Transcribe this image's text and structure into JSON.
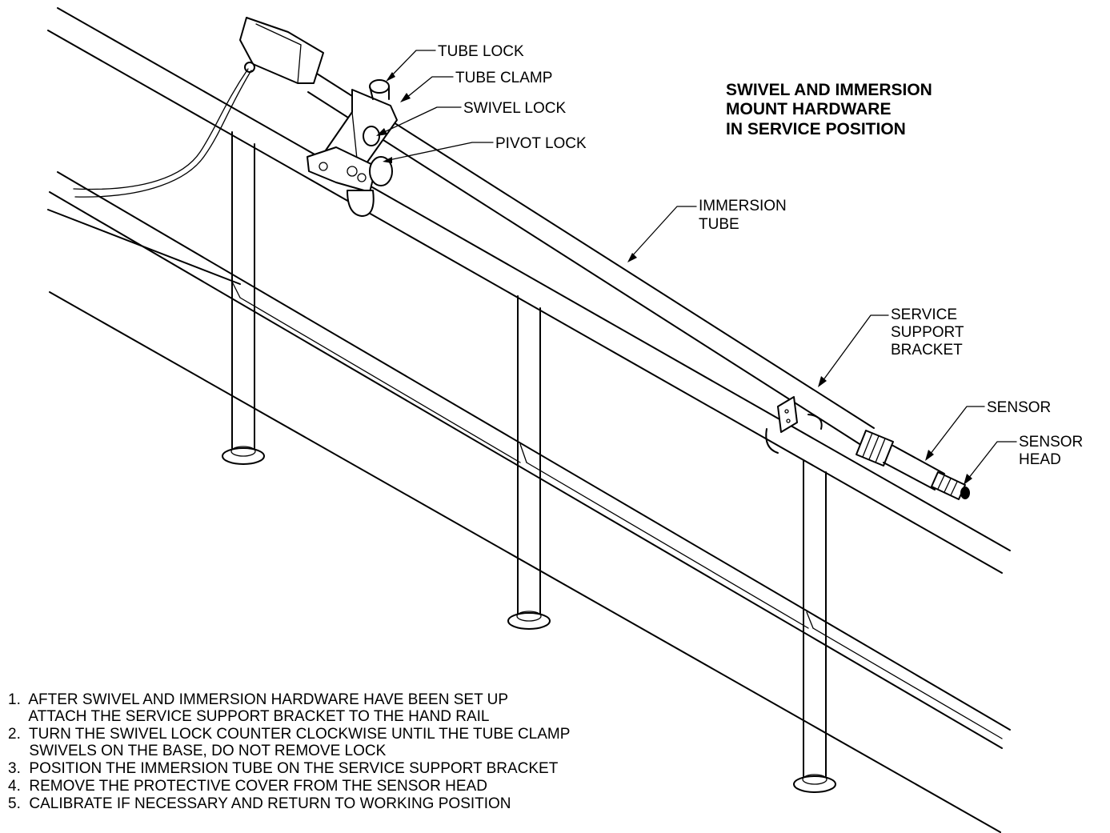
{
  "title": [
    "SWIVEL AND IMMERSION",
    "MOUNT HARDWARE",
    "IN SERVICE POSITION"
  ],
  "callouts": {
    "tube_lock": [
      "TUBE LOCK"
    ],
    "tube_clamp": [
      "TUBE CLAMP"
    ],
    "swivel_lock": [
      "SWIVEL LOCK"
    ],
    "pivot_lock": [
      "PIVOT LOCK"
    ],
    "immersion_tube": [
      "IMMERSION",
      "TUBE"
    ],
    "service_support_bracket": [
      "SERVICE",
      "SUPPORT",
      "BRACKET"
    ],
    "sensor": [
      "SENSOR"
    ],
    "sensor_head": [
      "SENSOR",
      "HEAD"
    ]
  },
  "notes": [
    "1.  AFTER SWIVEL AND IMMERSION HARDWARE HAVE BEEN SET UP",
    "     ATTACH THE SERVICE SUPPORT BRACKET TO THE HAND RAIL",
    "2.  TURN THE SWIVEL LOCK COUNTER CLOCKWISE UNTIL THE TUBE CLAMP",
    "     SWIVELS ON THE BASE, DO NOT REMOVE LOCK",
    "3.  POSITION THE IMMERSION TUBE ON THE SERVICE SUPPORT BRACKET",
    "4.  REMOVE THE PROTECTIVE COVER FROM THE SENSOR HEAD",
    "5.  CALIBRATE IF NECESSARY AND RETURN TO WORKING POSITION"
  ]
}
